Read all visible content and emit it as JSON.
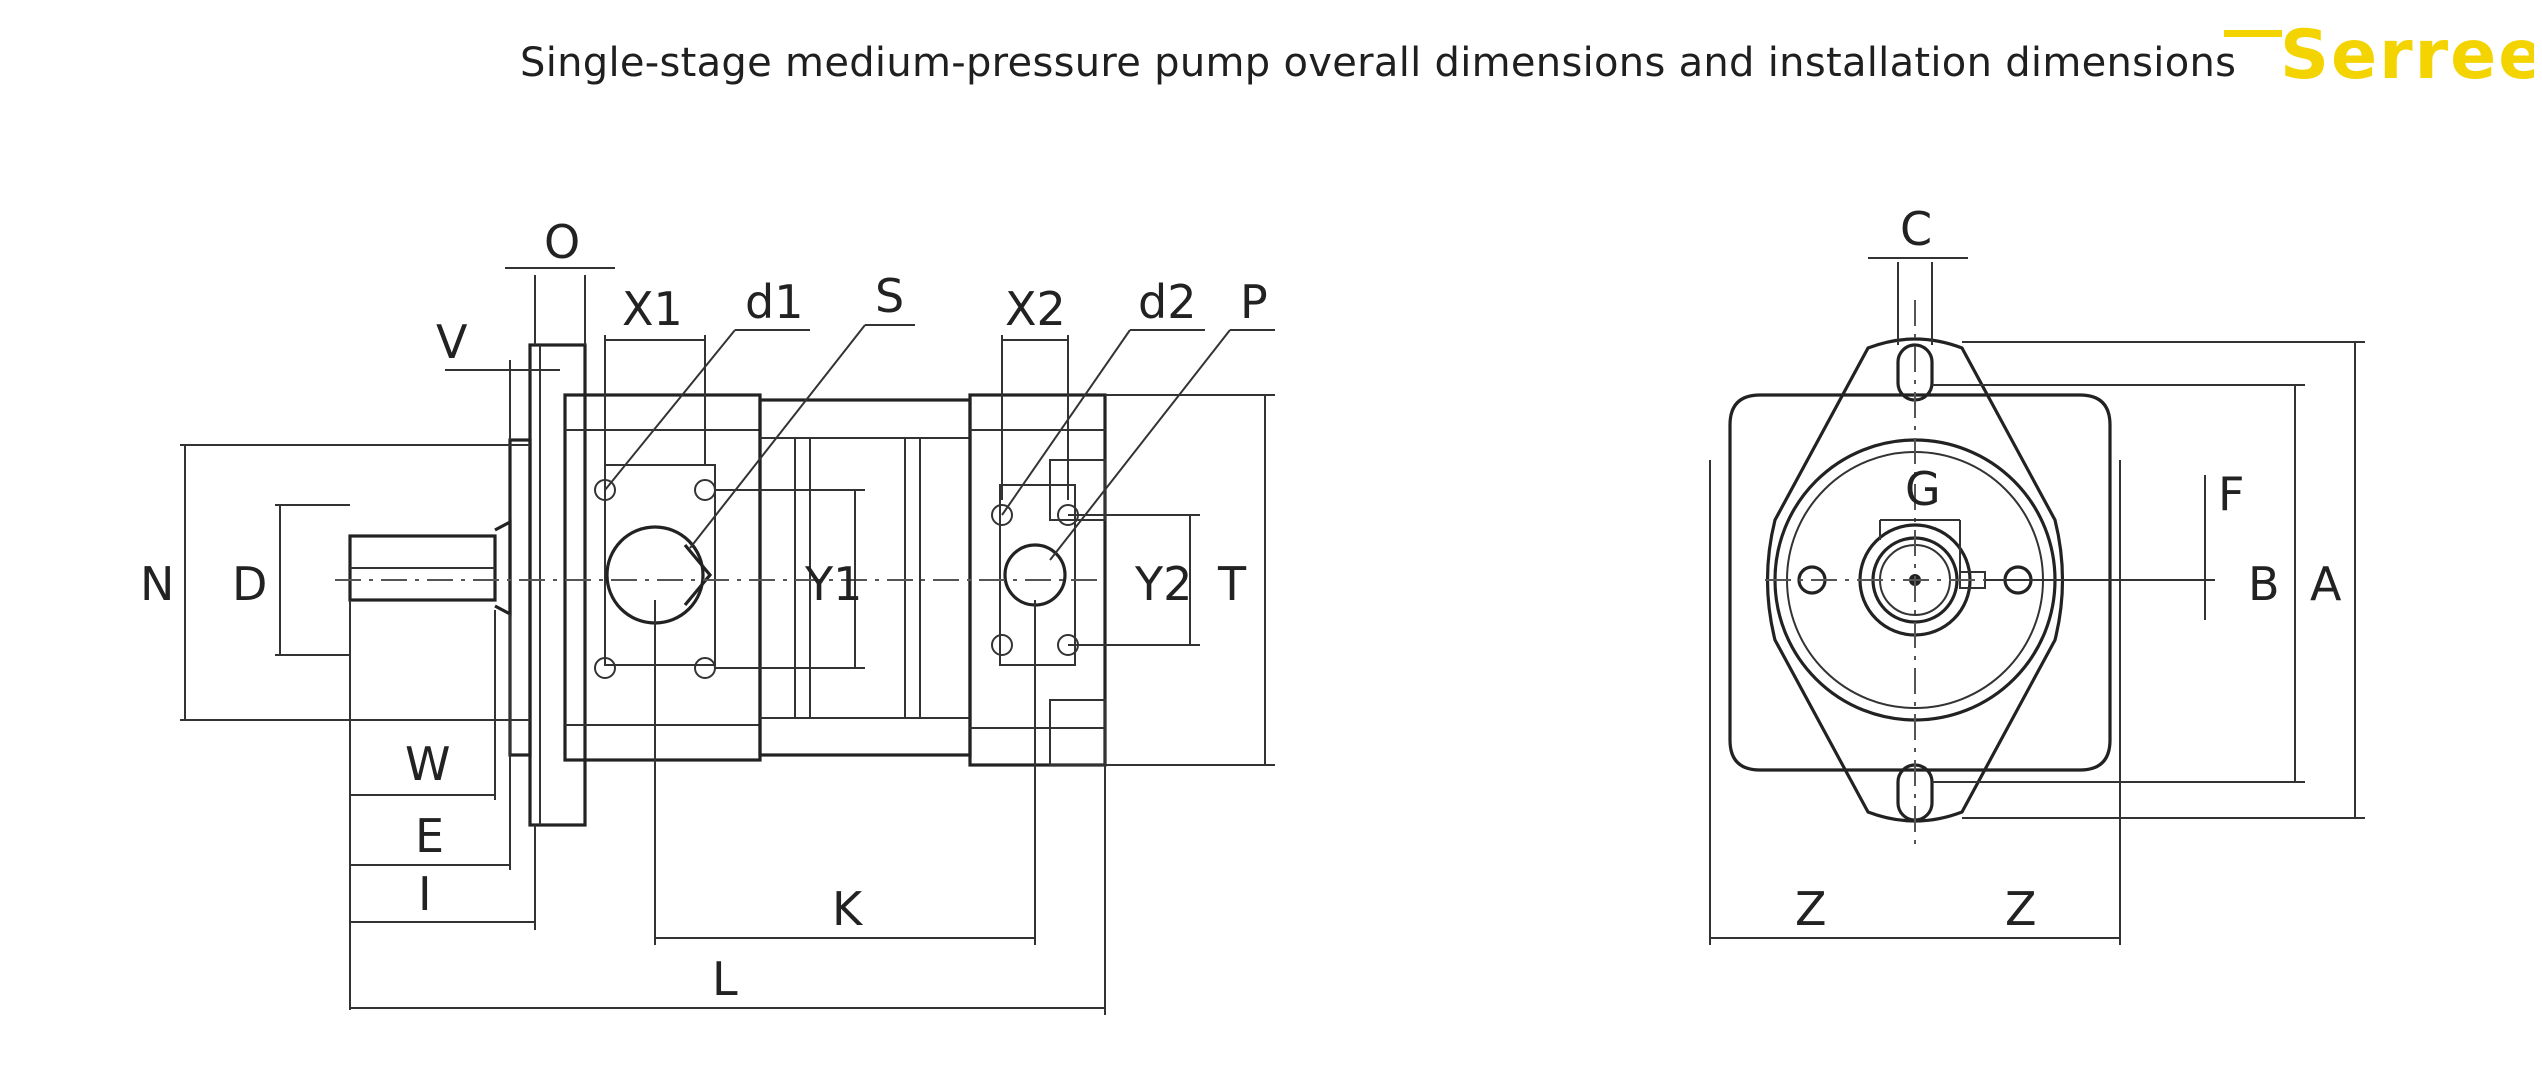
{
  "title": "Single-stage medium-pressure pump overall dimensions and installation dimensions",
  "logo": {
    "text": "Serreen",
    "color": "#f4d400"
  },
  "side_view": {
    "labels": {
      "O": "O",
      "V": "V",
      "X1": "X1",
      "d1": "d1",
      "S": "S",
      "X2": "X2",
      "d2": "d2",
      "P": "P",
      "N": "N",
      "D": "D",
      "Y1": "Y1",
      "Y2": "Y2",
      "T": "T",
      "W": "W",
      "E": "E",
      "I": "I",
      "K": "K",
      "L": "L"
    }
  },
  "end_view": {
    "labels": {
      "C": "C",
      "G": "G",
      "F": "F",
      "B": "B",
      "A": "A",
      "Z_left": "Z",
      "Z_right": "Z"
    }
  }
}
